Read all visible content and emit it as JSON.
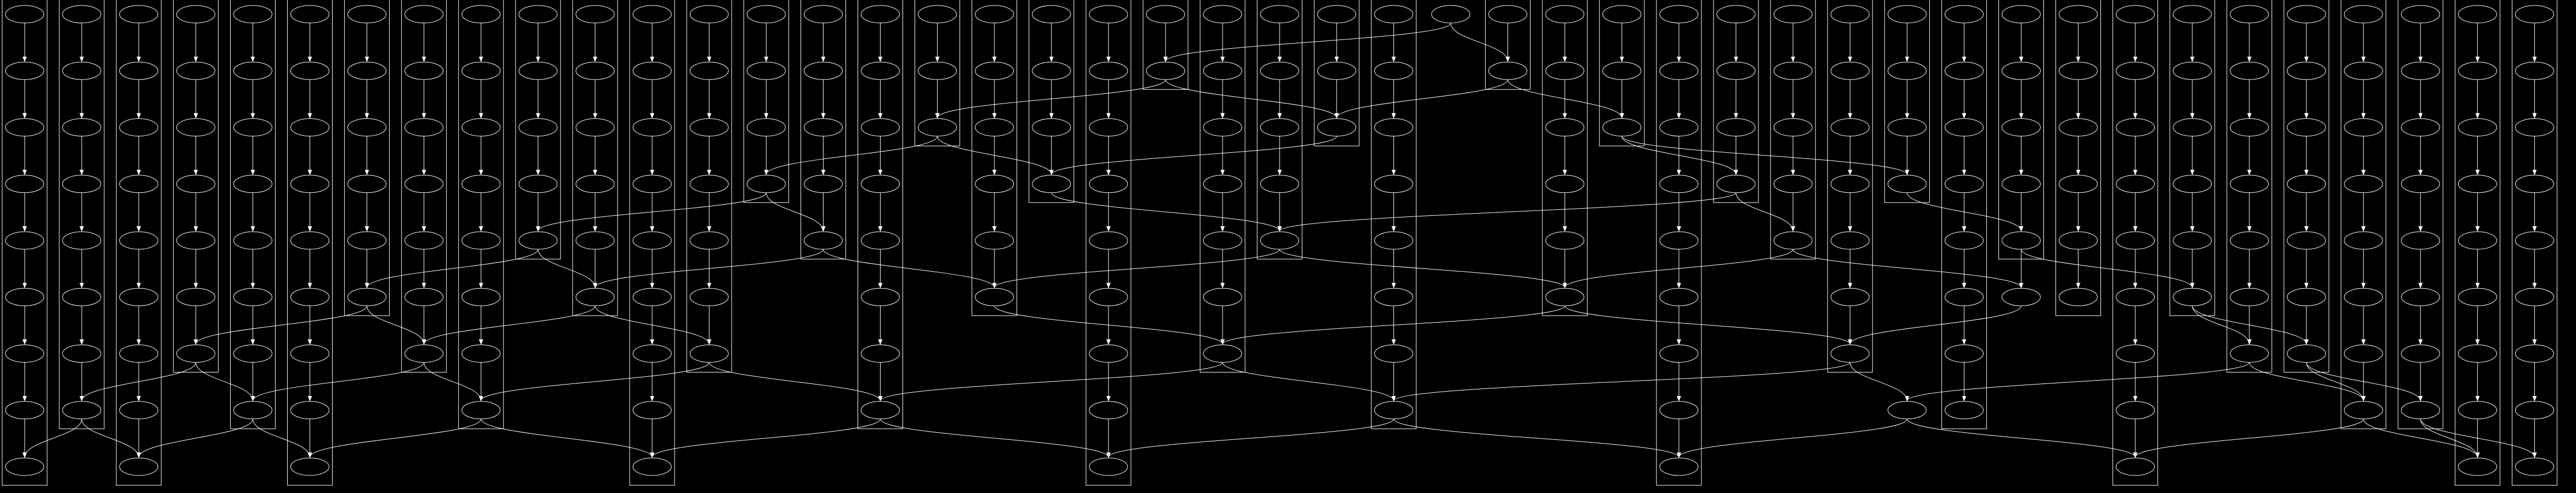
{
  "diagram": {
    "type": "directed-graph",
    "background": "#000000",
    "stroke_color": "#ffffff",
    "node_shape": "ellipse",
    "node_labels": "none",
    "column_count": 45,
    "row_count": 9,
    "root": {
      "column": 25,
      "row": 0
    },
    "clusters": [
      [
        0,
        0,
        8
      ],
      [
        1,
        0,
        7
      ],
      [
        2,
        0,
        8
      ],
      [
        3,
        0,
        6
      ],
      [
        4,
        0,
        7
      ],
      [
        5,
        0,
        8
      ],
      [
        6,
        0,
        5
      ],
      [
        7,
        0,
        6
      ],
      [
        8,
        0,
        7
      ],
      [
        9,
        0,
        4
      ],
      [
        10,
        0,
        5
      ],
      [
        11,
        0,
        8
      ],
      [
        12,
        0,
        6
      ],
      [
        13,
        0,
        3
      ],
      [
        14,
        0,
        4
      ],
      [
        15,
        0,
        7
      ],
      [
        16,
        0,
        2
      ],
      [
        17,
        0,
        5
      ],
      [
        18,
        0,
        3
      ],
      [
        19,
        0,
        8
      ],
      [
        20,
        0,
        1
      ],
      [
        21,
        0,
        6
      ],
      [
        22,
        0,
        4
      ],
      [
        23,
        0,
        2
      ],
      [
        24,
        0,
        7
      ],
      [
        26,
        0,
        1
      ],
      [
        27,
        0,
        5
      ],
      [
        28,
        0,
        2
      ],
      [
        29,
        0,
        8
      ],
      [
        30,
        0,
        3
      ],
      [
        31,
        0,
        4
      ],
      [
        32,
        0,
        6
      ],
      [
        33,
        0,
        3
      ],
      [
        34,
        0,
        7
      ],
      [
        35,
        0,
        4
      ],
      [
        36,
        0,
        5
      ],
      [
        37,
        0,
        8
      ],
      [
        38,
        0,
        5
      ],
      [
        39,
        0,
        6
      ],
      [
        40,
        0,
        6
      ],
      [
        41,
        0,
        7
      ],
      [
        42,
        0,
        7
      ],
      [
        43,
        0,
        8
      ],
      [
        44,
        0,
        8
      ]
    ],
    "cross_edges": [
      [
        25,
        0,
        20,
        1
      ],
      [
        25,
        0,
        26,
        1
      ],
      [
        20,
        1,
        16,
        2
      ],
      [
        20,
        1,
        23,
        2
      ],
      [
        26,
        1,
        23,
        2
      ],
      [
        26,
        1,
        28,
        2
      ],
      [
        16,
        2,
        13,
        3
      ],
      [
        16,
        2,
        18,
        3
      ],
      [
        23,
        2,
        18,
        3
      ],
      [
        28,
        2,
        30,
        3
      ],
      [
        28,
        2,
        33,
        3
      ],
      [
        13,
        3,
        9,
        4
      ],
      [
        13,
        3,
        14,
        4
      ],
      [
        18,
        3,
        22,
        4
      ],
      [
        30,
        3,
        22,
        4
      ],
      [
        30,
        3,
        31,
        4
      ],
      [
        33,
        3,
        35,
        4
      ],
      [
        9,
        4,
        6,
        5
      ],
      [
        9,
        4,
        10,
        5
      ],
      [
        14,
        4,
        10,
        5
      ],
      [
        14,
        4,
        17,
        5
      ],
      [
        22,
        4,
        17,
        5
      ],
      [
        22,
        4,
        27,
        5
      ],
      [
        31,
        4,
        27,
        5
      ],
      [
        31,
        4,
        35,
        5
      ],
      [
        35,
        4,
        35,
        5
      ],
      [
        35,
        4,
        38,
        5
      ],
      [
        6,
        5,
        3,
        6
      ],
      [
        6,
        5,
        7,
        6
      ],
      [
        10,
        5,
        7,
        6
      ],
      [
        10,
        5,
        12,
        6
      ],
      [
        17,
        5,
        21,
        6
      ],
      [
        27,
        5,
        21,
        6
      ],
      [
        27,
        5,
        32,
        6
      ],
      [
        35,
        5,
        32,
        6
      ],
      [
        38,
        5,
        39,
        6
      ],
      [
        38,
        5,
        40,
        6
      ],
      [
        3,
        6,
        1,
        7
      ],
      [
        3,
        6,
        4,
        7
      ],
      [
        7,
        6,
        4,
        7
      ],
      [
        7,
        6,
        8,
        7
      ],
      [
        12,
        6,
        8,
        7
      ],
      [
        12,
        6,
        15,
        7
      ],
      [
        21,
        6,
        15,
        7
      ],
      [
        21,
        6,
        24,
        7
      ],
      [
        32,
        6,
        24,
        7
      ],
      [
        32,
        6,
        33,
        7
      ],
      [
        39,
        6,
        33,
        7
      ],
      [
        39,
        6,
        41,
        7
      ],
      [
        40,
        6,
        41,
        7
      ],
      [
        40,
        6,
        42,
        7
      ],
      [
        1,
        7,
        0,
        8
      ],
      [
        1,
        7,
        2,
        8
      ],
      [
        4,
        7,
        2,
        8
      ],
      [
        4,
        7,
        5,
        8
      ],
      [
        8,
        7,
        5,
        8
      ],
      [
        8,
        7,
        11,
        8
      ],
      [
        15,
        7,
        11,
        8
      ],
      [
        15,
        7,
        19,
        8
      ],
      [
        24,
        7,
        19,
        8
      ],
      [
        24,
        7,
        29,
        8
      ],
      [
        33,
        7,
        29,
        8
      ],
      [
        33,
        7,
        37,
        8
      ],
      [
        41,
        7,
        37,
        8
      ],
      [
        41,
        7,
        43,
        8
      ],
      [
        42,
        7,
        43,
        8
      ],
      [
        42,
        7,
        44,
        8
      ]
    ]
  }
}
